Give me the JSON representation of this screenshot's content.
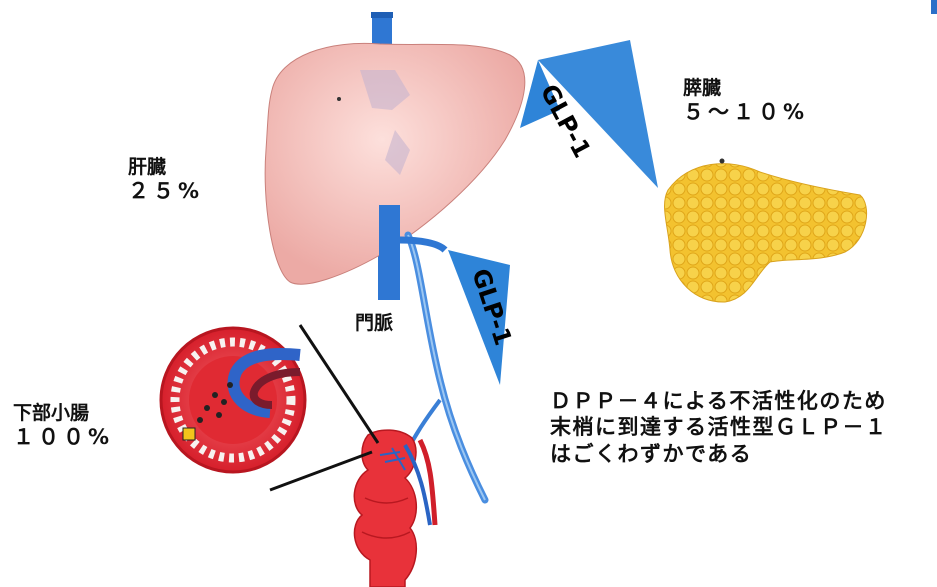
{
  "organs": {
    "liver": {
      "name": "肝臓",
      "percent": "２５%"
    },
    "pancreas": {
      "name": "膵臓",
      "percent": "５～１０%"
    },
    "intestine": {
      "name": "下部小腸",
      "percent": "１００%"
    },
    "portal_vein": {
      "name": "門脈"
    }
  },
  "hormone": {
    "upper_label": "GLP-1",
    "lower_label": "GLP-1"
  },
  "note": {
    "line1": "ＤＰＰ－４による不活性化のため",
    "line2": "末梢に到達する活性型ＧＬＰ－１",
    "line3": "はごくわずかである"
  },
  "colors": {
    "liver": "#f6c2bd",
    "pancreas": "#f2c02a",
    "vein": "#2f77d3",
    "glp_wedge": "#2e84d8",
    "intestine": "#e8323a"
  }
}
